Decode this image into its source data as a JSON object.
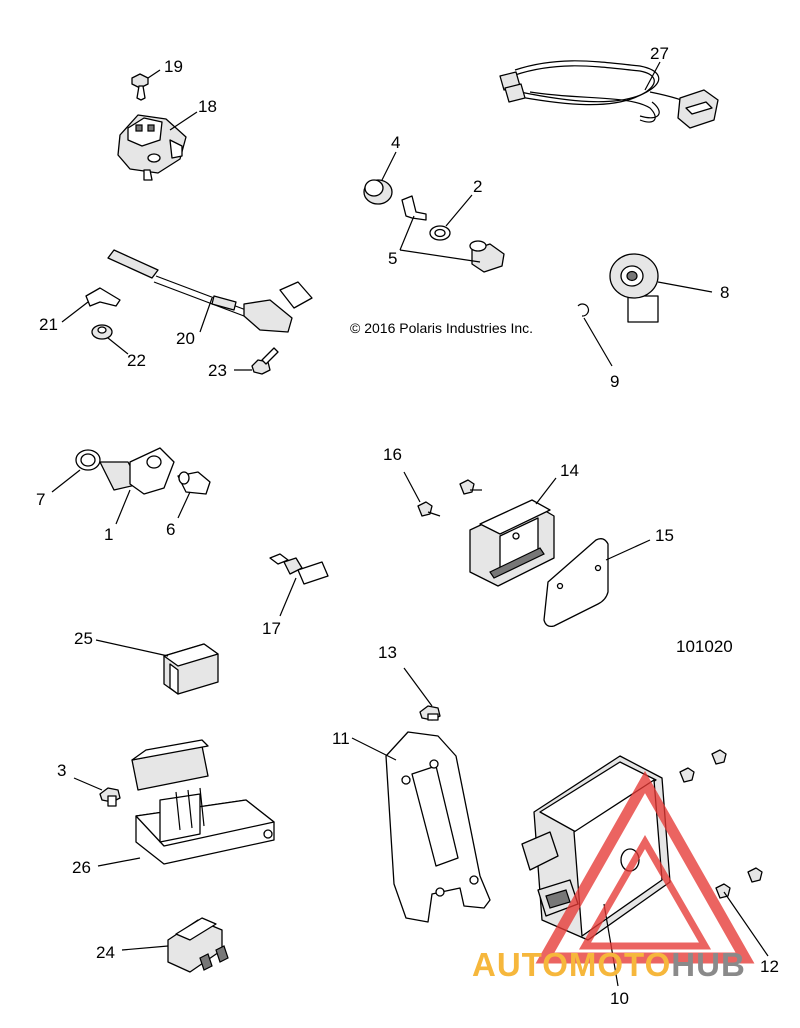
{
  "copyright": "© 2016 Polaris Industries Inc.",
  "diagram_id": "101020",
  "callouts": {
    "c1": "1",
    "c2": "2",
    "c3": "3",
    "c4": "4",
    "c5": "5",
    "c6": "6",
    "c7": "7",
    "c8": "8",
    "c9": "9",
    "c10": "10",
    "c11": "11",
    "c12": "12",
    "c13": "13",
    "c14": "14",
    "c15": "15",
    "c16": "16",
    "c17": "17",
    "c18": "18",
    "c19": "19",
    "c20": "20",
    "c21": "21",
    "c22": "22",
    "c23": "23",
    "c24": "24",
    "c25": "25",
    "c26": "26",
    "c27": "27"
  },
  "watermark": {
    "part1": "AUTOMOTO",
    "part2": "HUB",
    "color_accent": "#e53935",
    "color_primary": "#f6b73c",
    "color_secondary": "#8a8a8a"
  }
}
